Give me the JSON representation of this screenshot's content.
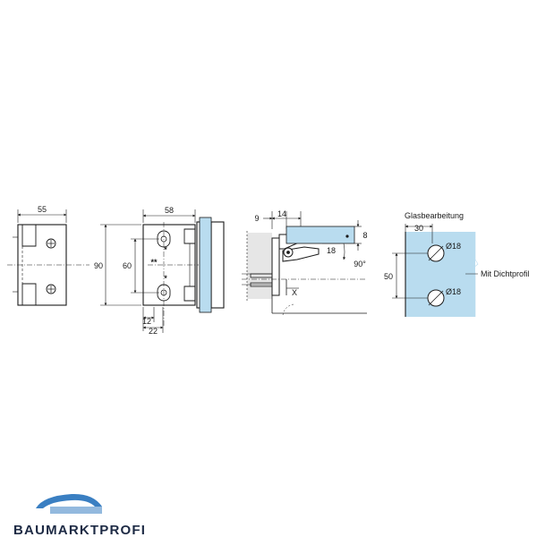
{
  "colors": {
    "glass": "#b9dcef",
    "line": "#1a1a1a",
    "stone": "#e6e6e6",
    "logo_blue": "#3a7fc2",
    "logo_text": "#1d2a44"
  },
  "view_side": {
    "width_label": "55"
  },
  "view_front": {
    "width_label": "58",
    "height_label": "90",
    "hole_spacing_label": "60",
    "bottom_label_12": "12",
    "bottom_label_22": "22",
    "double_star": "**",
    "single_star_top": "*",
    "single_star_bottom": "*"
  },
  "view_section": {
    "label_9": "9",
    "label_14": "14",
    "label_8": "8",
    "label_18": "18",
    "label_90deg": "90°",
    "label_x": "X"
  },
  "view_glass": {
    "title": "Glasbearbeitung",
    "label_30": "30",
    "label_50": "50",
    "hole_top": "Ø18",
    "hole_bottom": "Ø18",
    "side_note": "Mit Dichtprofil"
  },
  "icons": [
    "brand-swoosh-icon",
    "wall-hatch-icon"
  ],
  "logo": {
    "text": "BAUMARKTPROFI"
  }
}
